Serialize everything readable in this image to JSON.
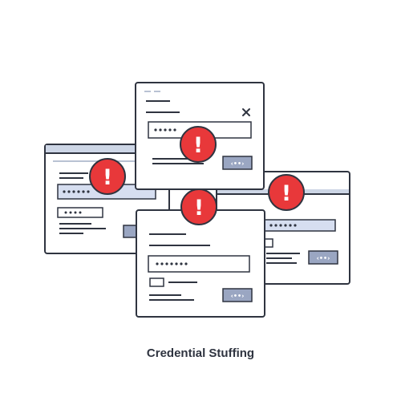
{
  "caption": "Credential Stuffing",
  "colors": {
    "outline": "#2f3440",
    "window_fill": "#ffffff",
    "titlebar_fill": "#cdd6e6",
    "field_highlight": "#d6def0",
    "button_fill": "#9aa6c2",
    "alert_red": "#e8383a",
    "alert_mark": "#ffffff",
    "muted_line": "#b9c2d3"
  },
  "icons": {
    "alert": "exclamation-circle-icon",
    "close": "close-x-icon",
    "button": "arrows-button-icon"
  },
  "windows": [
    {
      "id": "top",
      "alert": "!",
      "button_glyph": "‹••›"
    },
    {
      "id": "left",
      "alert": "!",
      "button_glyph": ""
    },
    {
      "id": "right",
      "alert": "!",
      "button_glyph": "‹••›"
    },
    {
      "id": "front",
      "alert": "!",
      "button_glyph": "‹••›"
    }
  ]
}
